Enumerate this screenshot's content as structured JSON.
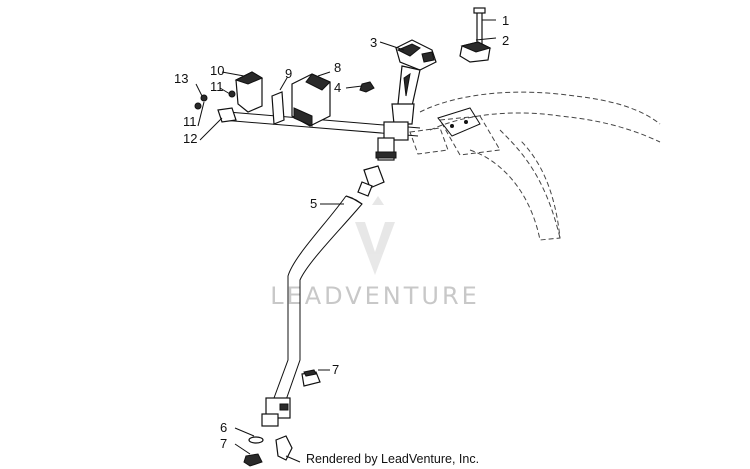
{
  "diagram": {
    "callouts": [
      {
        "id": "c1",
        "label": "1"
      },
      {
        "id": "c2",
        "label": "2"
      },
      {
        "id": "c3",
        "label": "3"
      },
      {
        "id": "c4",
        "label": "4"
      },
      {
        "id": "c5",
        "label": "5"
      },
      {
        "id": "c6",
        "label": "6"
      },
      {
        "id": "c7a",
        "label": "7"
      },
      {
        "id": "c7b",
        "label": "7"
      },
      {
        "id": "c8",
        "label": "8"
      },
      {
        "id": "c9",
        "label": "9"
      },
      {
        "id": "c10",
        "label": "10"
      },
      {
        "id": "c11a",
        "label": "11"
      },
      {
        "id": "c11b",
        "label": "11"
      },
      {
        "id": "c12",
        "label": "12"
      },
      {
        "id": "c13",
        "label": "13"
      }
    ],
    "watermark": "LEADVENTURE",
    "footer": "Rendered by LeadVenture, Inc."
  },
  "colors": {
    "line": "#111111",
    "watermark": "#c8c8c8",
    "background": "#ffffff"
  }
}
